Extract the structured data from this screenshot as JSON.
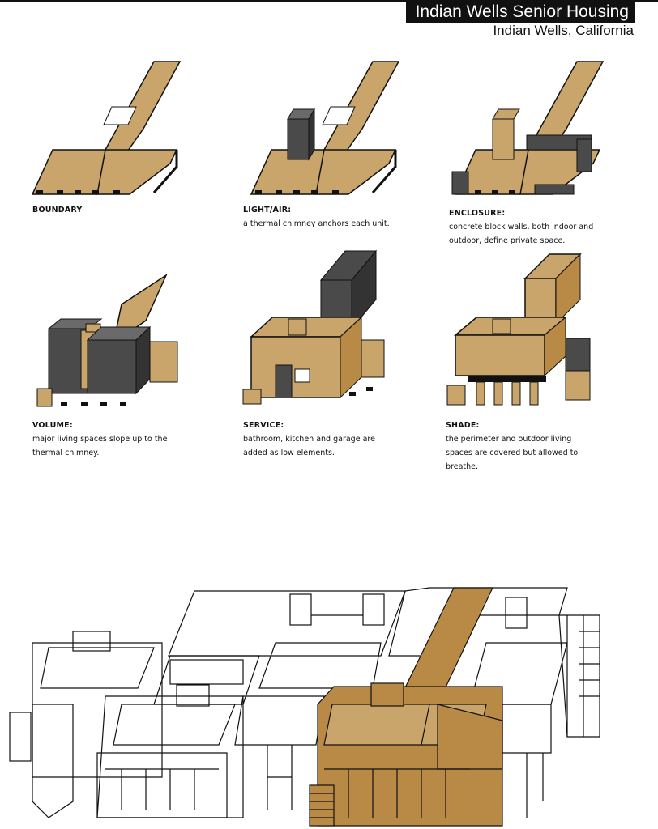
{
  "header": {
    "title": "Indian Wells Senior Housing",
    "subtitle": "Indian Wells, California"
  },
  "colors": {
    "tan": "#c9a56b",
    "ochre": "#b98a45",
    "ink": "#111111",
    "block": "#4a4a4a"
  },
  "steps": [
    {
      "heading": "BOUNDARY",
      "desc": ""
    },
    {
      "heading": "LIGHT/AIR:",
      "desc": "a thermal chimney anchors each unit."
    },
    {
      "heading": "ENCLOSURE:",
      "desc": "concrete block walls, both indoor and outdoor, define private space."
    },
    {
      "heading": "VOLUME:",
      "desc": "major living spaces slope up to the thermal chimney."
    },
    {
      "heading": "SERVICE:",
      "desc": "bathroom, kitchen and garage are added as low elements."
    },
    {
      "heading": "SHADE:",
      "desc": "the perimeter and outdoor living spaces are covered but allowed to breathe."
    }
  ]
}
